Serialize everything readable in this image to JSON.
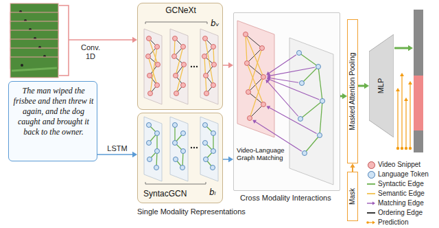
{
  "diagram": {
    "nodes": [
      {
        "text": [
          "The man wiped the frisbee and then threw it again, and the dog caught and brought it back to the owner."
        ]
      },
      {
        "text": [
          "GCNeXt",
          "bᵥ"
        ]
      },
      {
        "text": [
          "SyntacGCN",
          "bₗ"
        ]
      },
      {
        "text": [
          "Video-Language Graph Matching"
        ]
      },
      {
        "text": [
          "Masked Attention Pooling"
        ]
      },
      {
        "text": [
          "Mask"
        ]
      },
      {
        "text": [
          "MLP"
        ]
      }
    ],
    "edges": [
      {
        "from": 0,
        "to": 2,
        "label": "LSTM",
        "arrow": "to"
      },
      {
        "from": 1,
        "to": 3,
        "arrow": "to"
      },
      {
        "from": 2,
        "to": 3,
        "arrow": "to"
      },
      {
        "from": 3,
        "to": 4,
        "arrow": "to"
      },
      {
        "from": 5,
        "to": 4,
        "arrow": "to"
      },
      {
        "from": 4,
        "to": 6,
        "arrow": "to"
      }
    ],
    "labels": [
      "Conv. 1D",
      "Single Modality Representations",
      "Cross Modality Interactions"
    ],
    "legend": [
      {
        "text": "Video Snippet",
        "color": "#f6b8b8"
      },
      {
        "text": "Language Token",
        "color": "#cfe3f5"
      },
      {
        "text": "Syntactic Edge"
      },
      {
        "text": "Semantic Edge"
      },
      {
        "text": "Matching Edge"
      },
      {
        "text": "Ordering Edge"
      },
      {
        "text": "Prediction"
      }
    ]
  }
}
